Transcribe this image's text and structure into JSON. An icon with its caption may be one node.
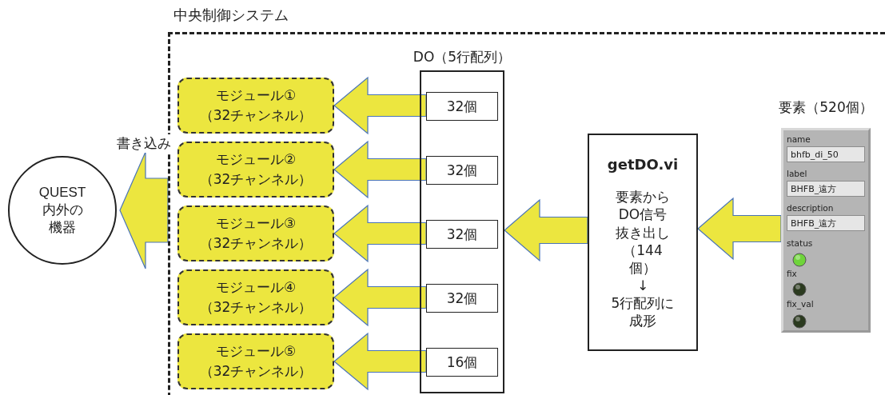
{
  "diagram": {
    "nodes": [
      {
        "text": [
          "中央制御システム"
        ]
      },
      {
        "text": [
          "QUEST内外の機器"
        ]
      },
      {
        "text": [
          "モジュール①",
          "（32チャンネル）"
        ],
        "in": 0
      },
      {
        "text": [
          "モジュール②",
          "（32チャンネル）"
        ],
        "in": 0
      },
      {
        "text": [
          "モジュール③",
          "（32チャンネル）"
        ],
        "in": 0
      },
      {
        "text": [
          "モジュール④",
          "（32チャンネル）"
        ],
        "in": 0
      },
      {
        "text": [
          "モジュール⑤",
          "（32チャンネル）"
        ],
        "in": 0
      },
      {
        "text": [
          "DO（5行配列）"
        ],
        "in": 0
      },
      {
        "text": [
          "32個"
        ],
        "in": 7
      },
      {
        "text": [
          "32個"
        ],
        "in": 7
      },
      {
        "text": [
          "32個"
        ],
        "in": 7
      },
      {
        "text": [
          "32個"
        ],
        "in": 7
      },
      {
        "text": [
          "16個"
        ],
        "in": 7
      },
      {
        "text": [
          "getDO.vi",
          "要素からDO信号抜き出し（144個）",
          "↓",
          "5行配列に成形"
        ],
        "in": 0
      },
      {
        "text": [
          "要素（520個）",
          "name",
          "label",
          "description",
          "status",
          "fix",
          "fix_val"
        ],
        "in": 0
      },
      {
        "text": [
          "bhfb_di_50"
        ],
        "in": 14
      },
      {
        "text": [
          "BHFB_遠方"
        ],
        "in": 14
      },
      {
        "text": [
          "BHFB_遠方"
        ],
        "in": 14
      }
    ],
    "edges": [
      {
        "from": 8,
        "to": 2,
        "arrow": "to"
      },
      {
        "from": 9,
        "to": 3,
        "arrow": "to"
      },
      {
        "from": 10,
        "to": 4,
        "arrow": "to"
      },
      {
        "from": 11,
        "to": 5,
        "arrow": "to"
      },
      {
        "from": 12,
        "to": 6,
        "arrow": "to"
      },
      {
        "from": 13,
        "to": 7,
        "arrow": "to"
      },
      {
        "from": 14,
        "to": 13,
        "arrow": "to"
      },
      {
        "from": 0,
        "to": 1,
        "arrow": "to",
        "label": "書き込み"
      }
    ]
  }
}
